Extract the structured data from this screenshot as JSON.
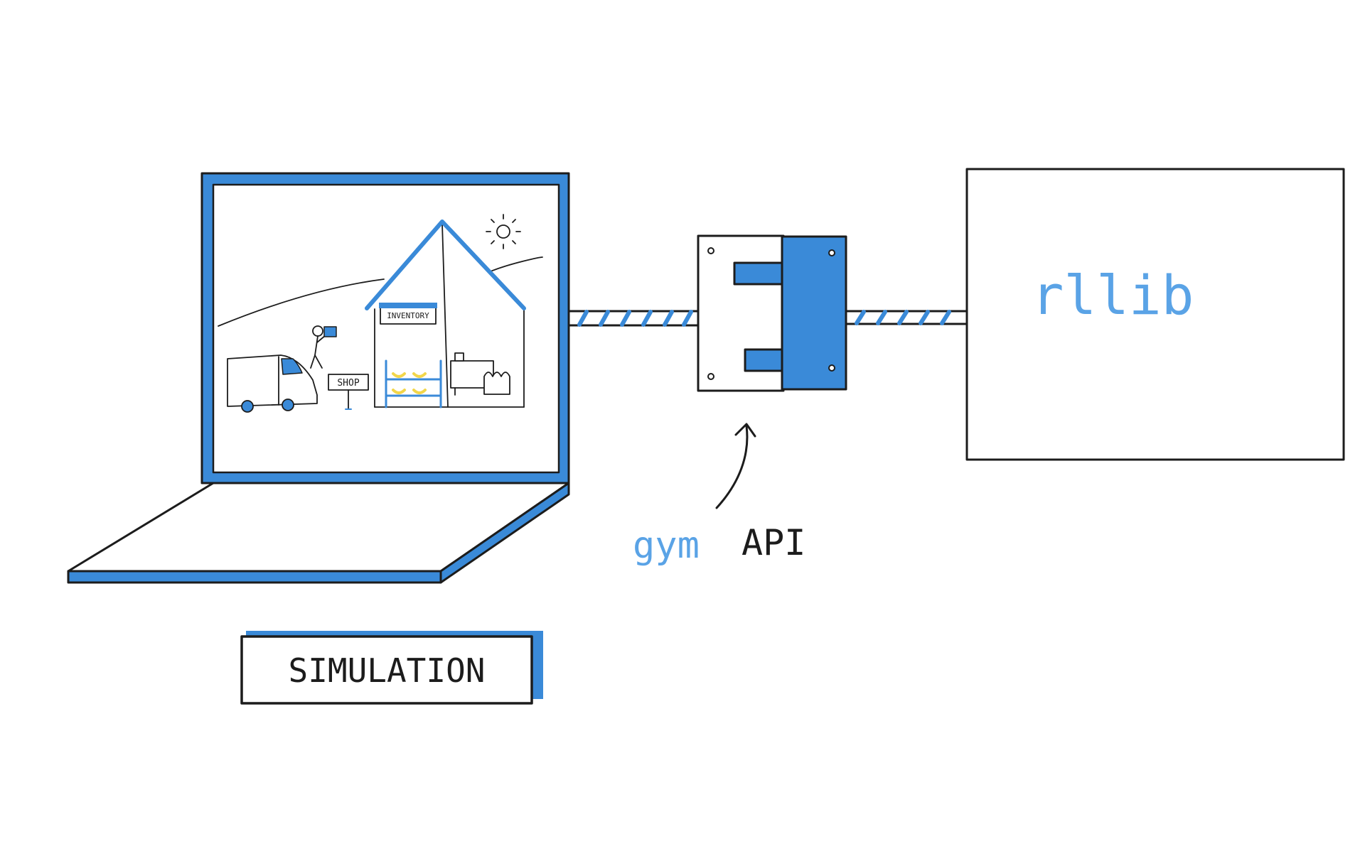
{
  "colors": {
    "blue": "#3a8ad8",
    "light_blue": "#5aa3e6",
    "ink": "#1c1c1c",
    "paper": "#ffffff",
    "banana": "#f2d64b"
  },
  "scene": {
    "inventory_sign": "INVENTORY",
    "shop_sign": "SHOP"
  },
  "api": {
    "gym": "gym",
    "api": "API"
  },
  "rllib": {
    "label": "rllib"
  },
  "simulation": {
    "label": "SIMULATION"
  }
}
